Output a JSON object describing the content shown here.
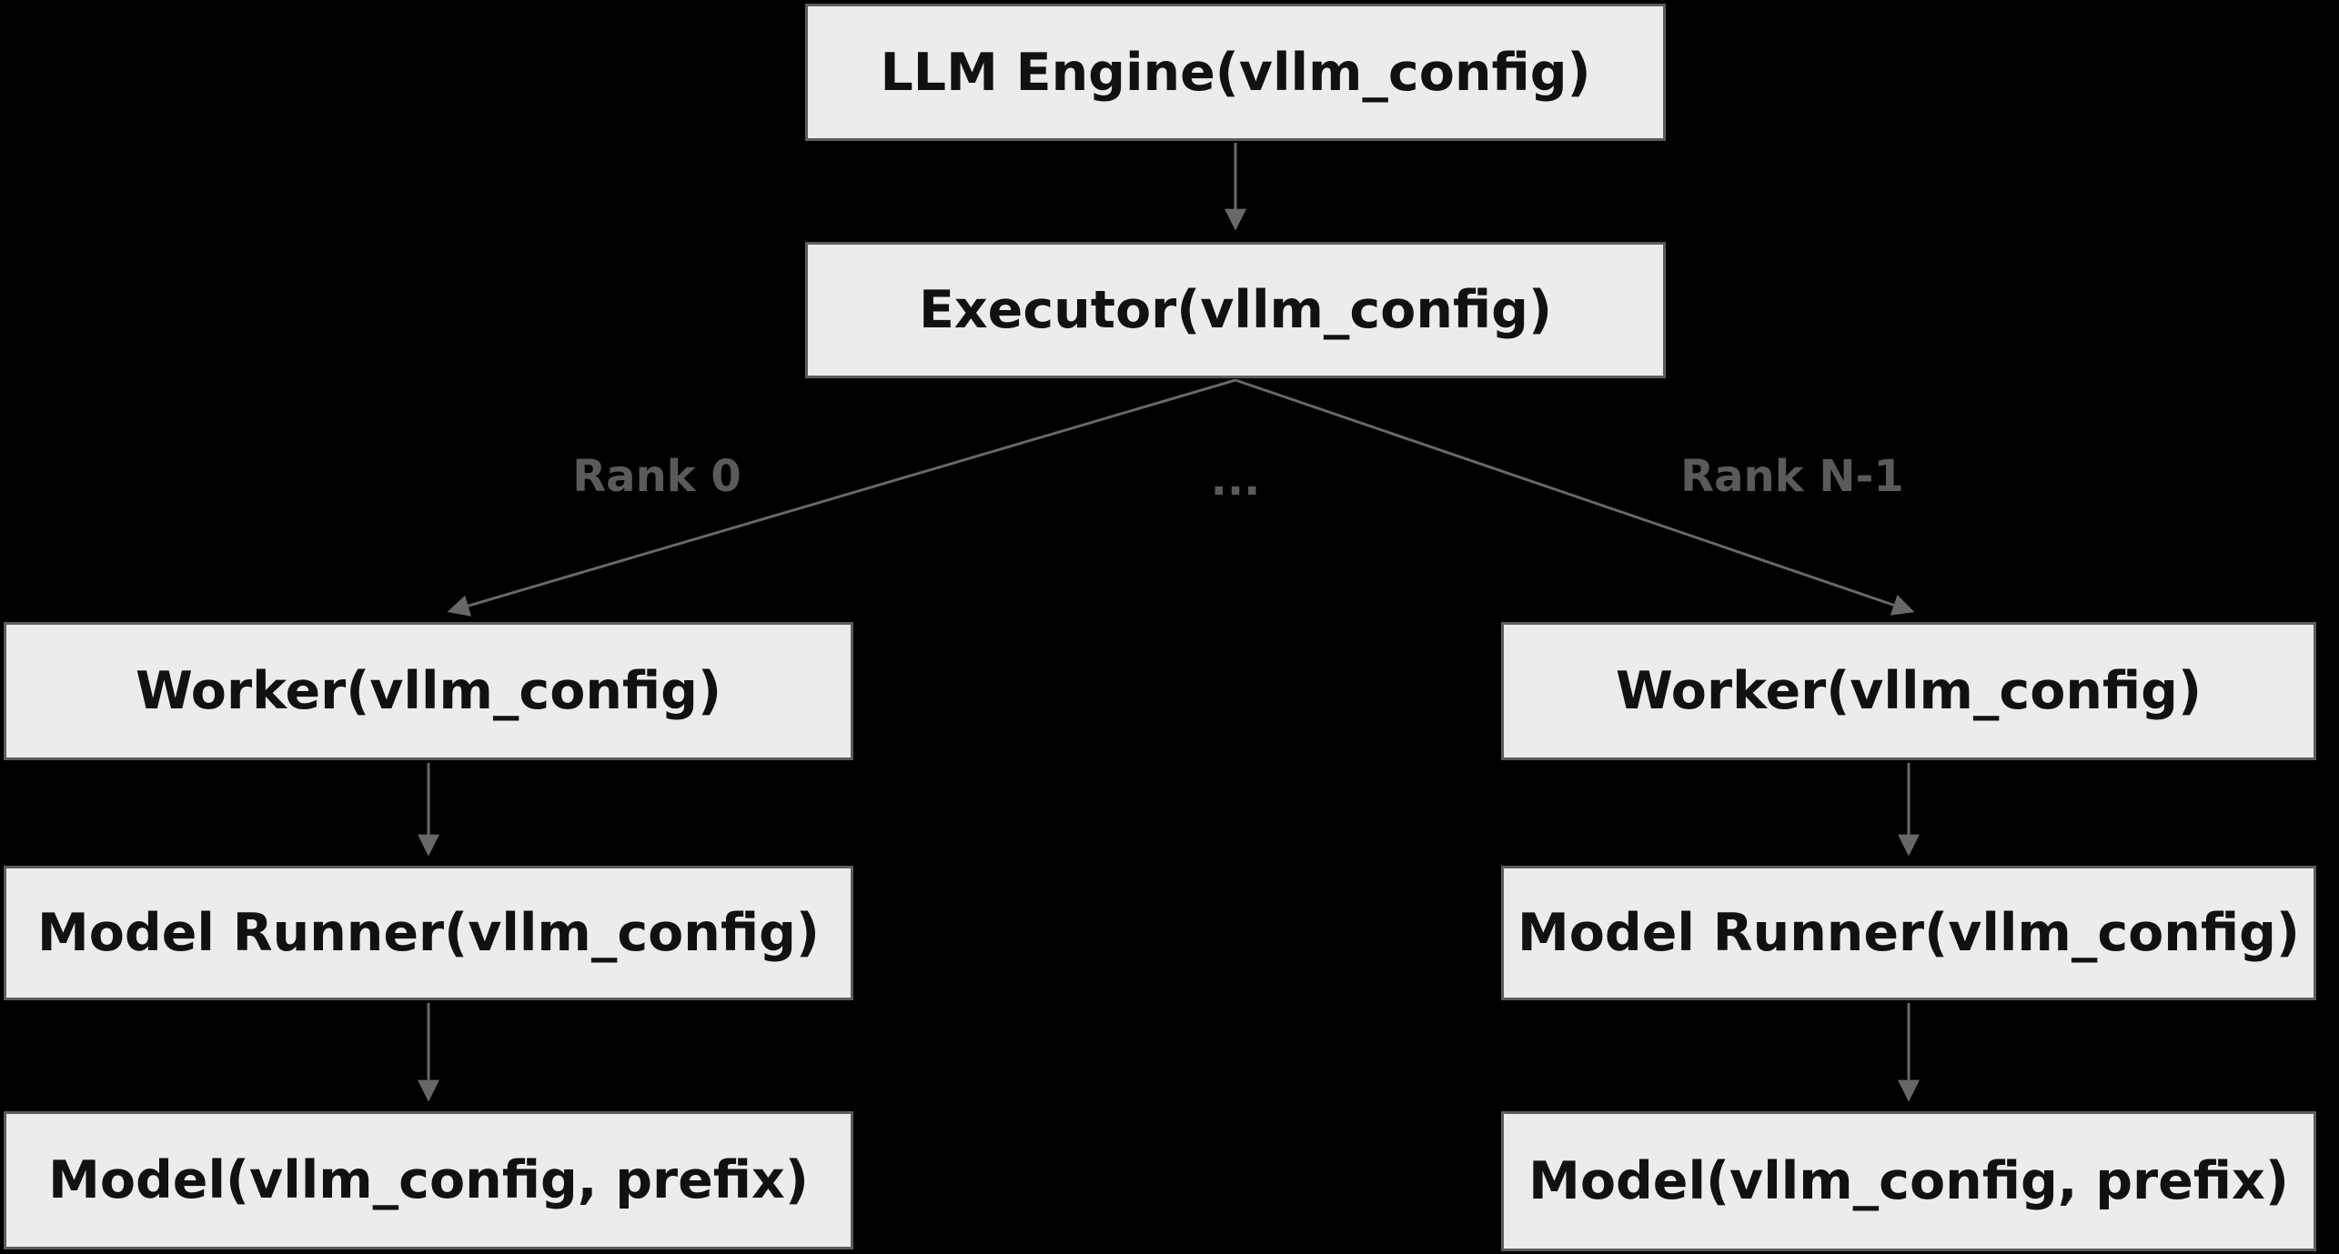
{
  "diagram": {
    "title": "vLLM engine hierarchy diagram",
    "colors": {
      "background": "#000000",
      "box_fill": "#ececec",
      "box_border": "#5c5c5c",
      "box_text": "#111111",
      "arrow": "#686868",
      "edge_label": "#5a5a5a"
    },
    "nodes": [
      {
        "id": "llm-engine",
        "label": "LLM Engine(vllm_config)"
      },
      {
        "id": "executor",
        "label": "Executor(vllm_config)"
      },
      {
        "id": "worker-left",
        "label": "Worker(vllm_config)"
      },
      {
        "id": "model-runner-left",
        "label": "Model Runner(vllm_config)"
      },
      {
        "id": "model-left",
        "label": "Model(vllm_config, prefix)"
      },
      {
        "id": "worker-right",
        "label": "Worker(vllm_config)"
      },
      {
        "id": "model-runner-right",
        "label": "Model Runner(vllm_config)"
      },
      {
        "id": "model-right",
        "label": "Model(vllm_config, prefix)"
      }
    ],
    "edge_labels": {
      "left": "Rank 0",
      "middle": "...",
      "right": "Rank N-1"
    }
  }
}
